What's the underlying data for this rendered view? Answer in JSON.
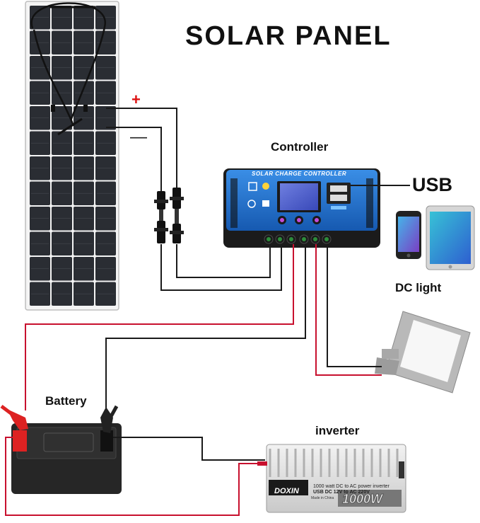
{
  "title": "SOLAR PANEL",
  "polarity": {
    "positive": "+",
    "negative": "—"
  },
  "labels": {
    "controller": "Controller",
    "usb": "USB",
    "dc_light": "DC light",
    "battery": "Battery",
    "inverter": "inverter"
  },
  "controller_face": {
    "title": "SOLAR CHARGE CONTROLLER"
  },
  "inverter_face": {
    "spec": "1000 watt DC to AC power inverter",
    "usb_line": "USB DC 12V to AC 220V",
    "brand": "DOXIN",
    "made_in": "Made in China",
    "power": "1000W"
  },
  "colors": {
    "positive_wire": "#c8102e",
    "negative_wire": "#1a1a1a",
    "controller_blue": "#1f6fc9",
    "panel_cell": "#2a2d33"
  },
  "icons": [
    "solar-panel-icon",
    "charge-controller-icon",
    "usb-port-icon",
    "smartphone-icon",
    "tablet-icon",
    "floodlight-icon",
    "battery-icon",
    "power-inverter-icon",
    "mc4-connector-icon"
  ]
}
